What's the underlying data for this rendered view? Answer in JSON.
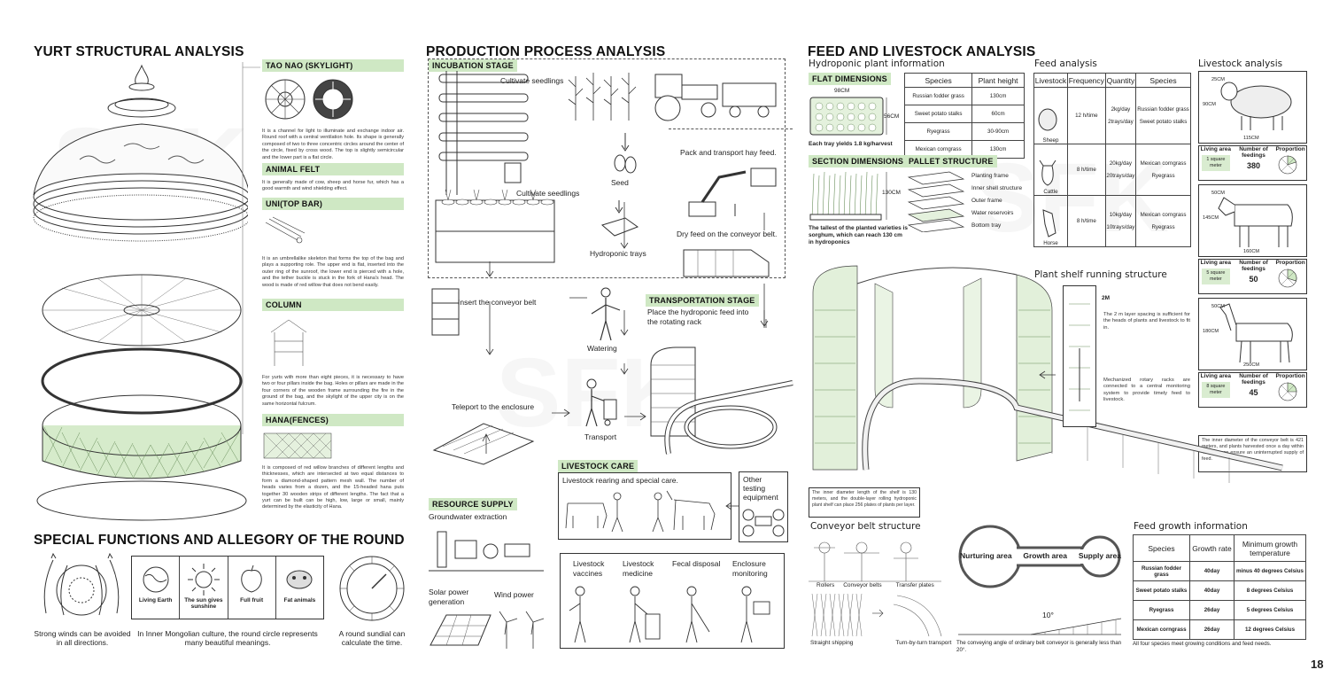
{
  "page_number": "18",
  "colors": {
    "accent_green": "#cfe8c4",
    "line": "#333333"
  },
  "yurt": {
    "title": "YURT STRUCTURAL ANALYSIS",
    "sections": [
      {
        "tag": "TAO NAO (SKYLIGHT)",
        "text": "It is a channel for light to illuminate and exchange indoor air. Round roof with a central ventilation hole. Its shape is generally composed of two to three concentric circles around the center of the circle, fixed by cross wood. The top is slightly semicircular and the lower part is a flat circle."
      },
      {
        "tag": "ANIMAL FELT",
        "text": "It is generally made of cow, sheep and horse fur, which has a good warmth and wind shielding effect."
      },
      {
        "tag": "UNI(TOP BAR)",
        "text": "It is an umbrellalike skeleton that forms the top of the bag and plays a supporting role. The upper end is flat, inserted into the outer ring of the sunroof, the lower end is pierced with a hole, and the tether buckle is stuck in the fork of Hana's head. The wood is made of red willow that does not bend easily."
      },
      {
        "tag": "COLUMN",
        "text": "For yurts with more than eight pieces, it is necessary to have two or four pillars inside the bag. Holes or pillars are made in the four corners of the wooden frame surrounding the fire in the ground of the bag, and the skylight of the upper city is on the same horizontal fulcrum."
      },
      {
        "tag": "HANA(FENCES)",
        "text": "It is composed of red willow branches of different lengths and thicknesses, which are intersected at two equal distances to form a diamond-shaped pattern mesh wall. The number of heads varies from a dozen, and the 15-headed hana puts together 30 wooden strips of different lengths. The fact that a yurt can be built can be high, low, large or small, mainly determined by the elasticity of Hana."
      }
    ]
  },
  "special": {
    "title": "SPECIAL FUNCTIONS AND ALLEGORY OF THE ROUND",
    "wind_caption": "Strong winds can be avoided in all directions.",
    "meanings": [
      "Living Earth",
      "The sun gives sunshine",
      "Full fruit",
      "Fat animals"
    ],
    "meanings_caption": "In Inner Mongolian culture, the round circle represents many beautiful meanings.",
    "sundial_caption": "A round sundial can calculate the time."
  },
  "production": {
    "title": "PRODUCTION PROCESS ANALYSIS",
    "incubation_tag": "INCUBATION STAGE",
    "cultivate_1": "Cultivate seedlings",
    "cultivate_2": "Cultivate seedlings",
    "seed": "Seed",
    "trays": "Hydroponic trays",
    "pack": "Pack and transport hay feed.",
    "dry": "Dry feed on the conveyor belt.",
    "insert": "Insert the conveyor belt",
    "watering": "Watering",
    "transport_tag": "TRANSPORTATION STAGE",
    "transport_desc": "Place the hydroponic feed into the rotating rack",
    "teleport": "Teleport to the enclosure",
    "transport": "Transport",
    "livestock_tag": "LIVESTOCK CARE",
    "livestock_desc": "Livestock rearing and special care.",
    "other_testing": "Other testing equipment",
    "resource_tag": "RESOURCE SUPPLY",
    "groundwater": "Groundwater extraction",
    "solar": "Solar power generation",
    "wind": "Wind power",
    "care_items": [
      "Livestock vaccines",
      "Livestock medicine",
      "Fecal disposal",
      "Enclosure monitoring"
    ]
  },
  "feed": {
    "title": "FEED AND LIVESTOCK ANALYSIS",
    "hydro_title": "Hydroponic plant information",
    "flat_tag": "FLAT DIMENSIONS",
    "flat_w": "98CM",
    "flat_h": "56CM",
    "flat_note": "Each tray yields 1.8 kg/harvest",
    "section_tag": "SECTION DIMENSIONS",
    "section_h": "130CM",
    "section_note": "The tallest of the planted varieties is sorghum, which can reach 130 cm in hydroponics",
    "pallet_tag": "PALLET STRUCTURE",
    "pallet_layers": [
      "Planting frame",
      "Inner shell structure",
      "Outer frame",
      "Water reservoirs",
      "Bottom tray"
    ],
    "plant_table": {
      "headers": [
        "Species",
        "Plant height"
      ],
      "rows": [
        [
          "Russian fodder grass",
          "130cm"
        ],
        [
          "Sweet potato stalks",
          "60cm"
        ],
        [
          "Ryegrass",
          "30-90cm"
        ],
        [
          "Mexican corngrass",
          "130cm"
        ]
      ]
    },
    "feed_analysis": {
      "title": "Feed analysis",
      "headers": [
        "Livestock",
        "Frequency",
        "Quantity",
        "Species"
      ],
      "rows": [
        {
          "animal": "Sheep",
          "freq": "12 h/time",
          "q1": "2kg/day",
          "q2": "2trays/day",
          "s1": "Russian fodder grass",
          "s2": "Sweet potato stalks"
        },
        {
          "animal": "Cattle",
          "freq": "8 h/time",
          "q1": "20kg/day",
          "q2": "20trays/day",
          "s1": "Mexican corngrass",
          "s2": "Ryegrass"
        },
        {
          "animal": "Horse",
          "freq": "8 h/time",
          "q1": "10kg/day",
          "q2": "10trays/day",
          "s1": "Mexican corngrass",
          "s2": "Ryegrass"
        }
      ]
    },
    "livestock_analysis": {
      "title": "Livestock analysis",
      "labels": [
        "Living area",
        "Number of feedings",
        "Proportion"
      ],
      "animals": [
        {
          "height": "90CM",
          "head": "25CM",
          "length": "115CM",
          "area": "1 square meter",
          "feedings": "380",
          "proportion": 0.2
        },
        {
          "height": "145CM",
          "head": "50CM",
          "length": "160CM",
          "area": "5 square meter",
          "feedings": "50",
          "proportion": 0.3
        },
        {
          "height": "180CM",
          "head": "50CM",
          "length": "250CM",
          "area": "8 square meter",
          "feedings": "45",
          "proportion": 0.25
        }
      ],
      "conveyor_note": "The inner diameter of the conveyor belt is 421 meters, and plants harvested once a day within 40 days can ensure an uninterrupted supply of feed."
    },
    "shelf_title": "Plant shelf running structure",
    "shelf_2m": "2M",
    "shelf_note_1": "The 2 m layer spacing is sufficient for the heads of plants and livestock to fit in.",
    "shelf_note_2": "Mechanized rotary racks are connected to a central monitoring system to provide timely feed to livestock.",
    "shelf_note_3": "The inner diameter length of the shelf is 130 meters, and the double-layer rolling hydroponic plant shelf can place 256 plates of plants per layer.",
    "conveyor_title": "Conveyor belt structure",
    "conveyor_parts": [
      "Rollers",
      "Conveyor belts",
      "Transfer plates"
    ],
    "shipping": [
      "Straight shipping",
      "Turn-by-turn transport"
    ],
    "areas": [
      "Nurturing area",
      "Growth area",
      "Supply area"
    ],
    "angle": "10°",
    "angle_note": "The conveying angle of ordinary belt conveyor is generally less than 20°.",
    "growth": {
      "title": "Feed growth information",
      "headers": [
        "Species",
        "Growth rate",
        "Minimum growth temperature"
      ],
      "rows": [
        [
          "Russian fodder grass",
          "40day",
          "minus 40 degrees Celsius"
        ],
        [
          "Sweet potato stalks",
          "40day",
          "8 degrees Celsius"
        ],
        [
          "Ryegrass",
          "26day",
          "5 degrees Celsius"
        ],
        [
          "Mexican corngrass",
          "26day",
          "12 degrees Celsius"
        ]
      ],
      "note": "All four species meet growing conditions and feed needs."
    }
  }
}
